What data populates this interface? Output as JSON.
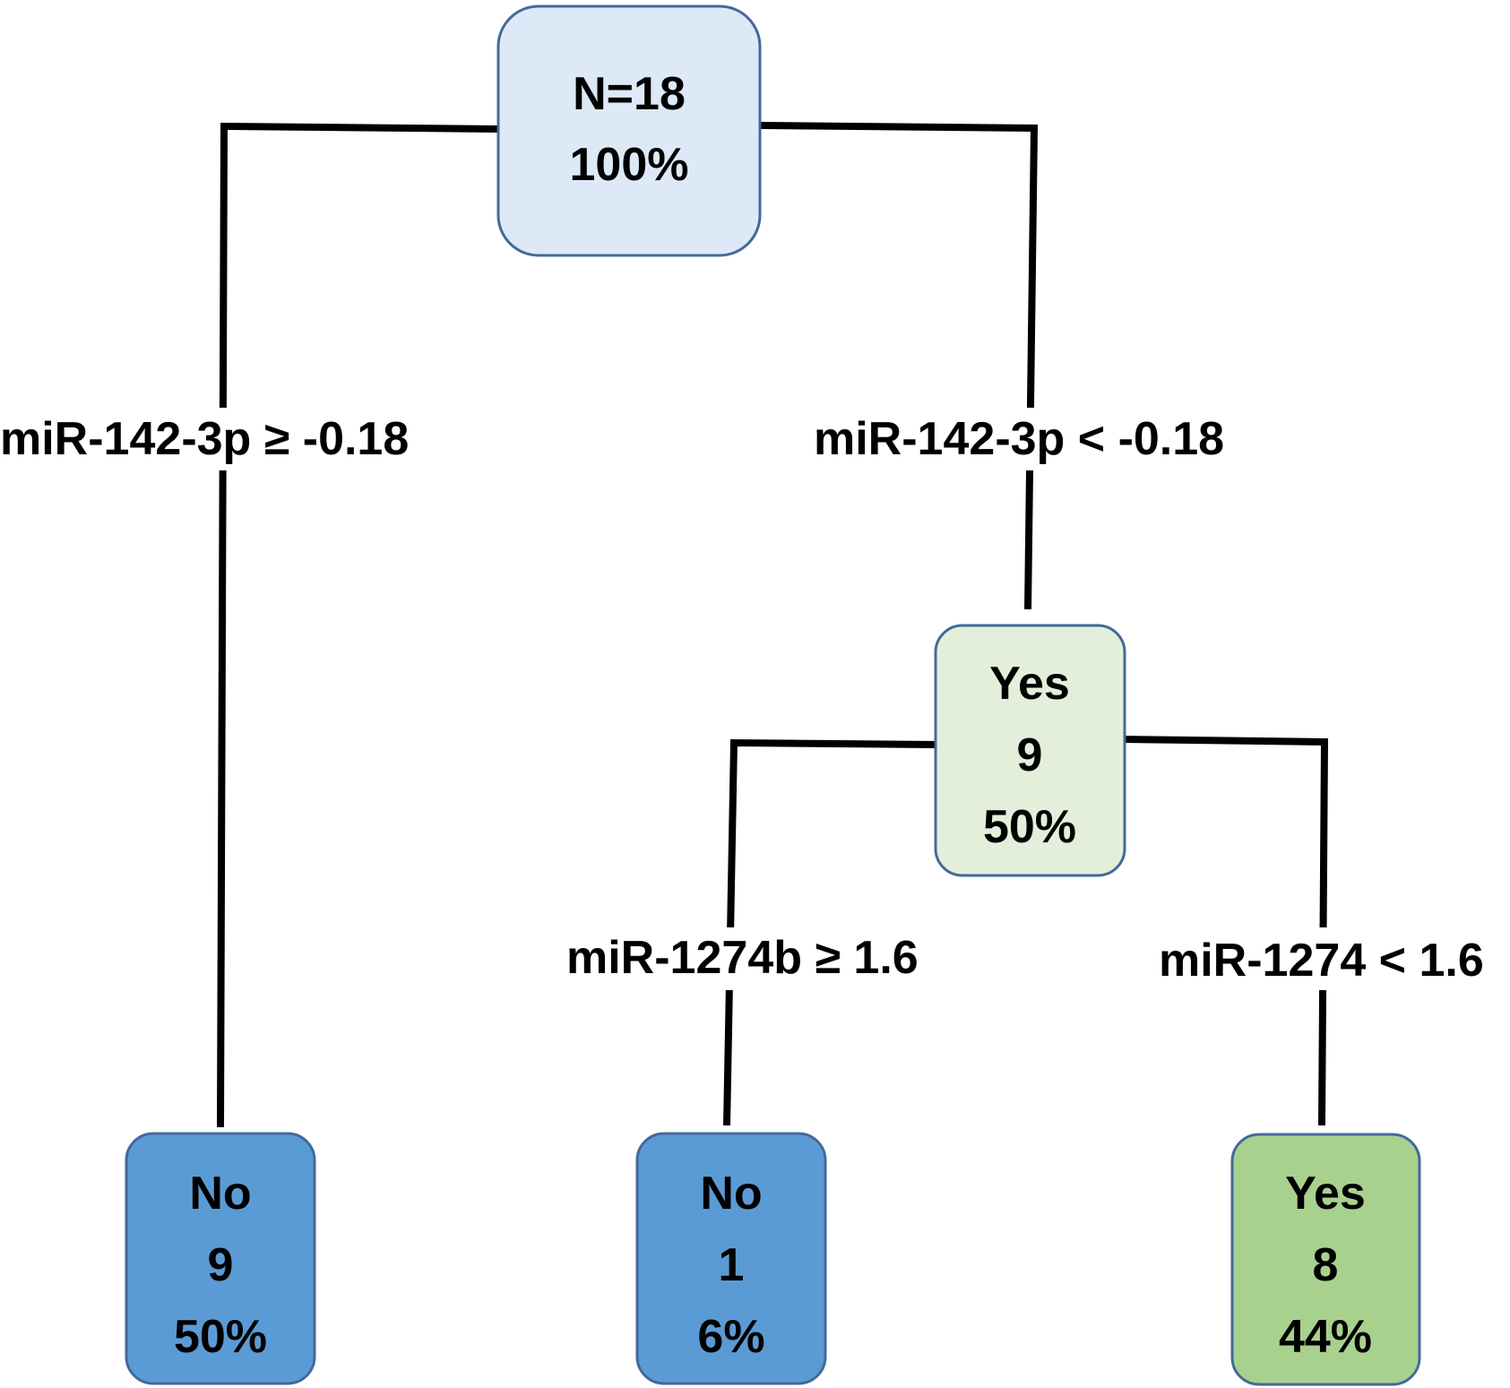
{
  "tree": {
    "root": {
      "line1": "N=18",
      "line2": "100%",
      "fill": "#dde9f6",
      "stroke": "#43699a"
    },
    "edges": {
      "left_root": "miR-142-3p ≥ -0.18",
      "right_root": "miR-142-3p < -0.18",
      "left_mid": "miR-1274b ≥ 1.6",
      "right_mid": "miR-1274 < 1.6"
    },
    "mid_node": {
      "line1": "Yes",
      "line2": "9",
      "line3": "50%",
      "fill": "#e3efdb",
      "stroke": "#43699a"
    },
    "leaves": [
      {
        "line1": "No",
        "line2": "9",
        "line3": "50%",
        "fill": "#5b9bd5",
        "stroke": "#43699a"
      },
      {
        "line1": "No",
        "line2": "1",
        "line3": "6%",
        "fill": "#5b9bd5",
        "stroke": "#43699a"
      },
      {
        "line1": "Yes",
        "line2": "8",
        "line3": "44%",
        "fill": "#a9d18e",
        "stroke": "#43699a"
      }
    ]
  }
}
